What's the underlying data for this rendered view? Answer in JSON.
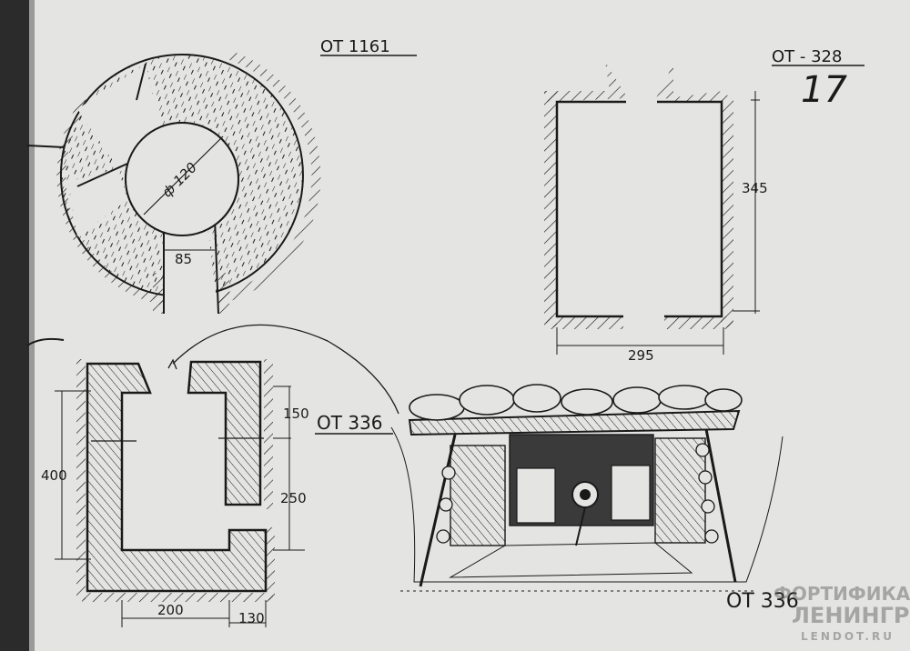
{
  "page_number": "17",
  "drawings": [
    {
      "label": "ОТ 1161",
      "dimensions": {
        "diameter": "ф 120",
        "opening": "85"
      }
    },
    {
      "label": "ОТ - 328",
      "dimensions": {
        "height": "345",
        "width": "295"
      }
    },
    {
      "label": "ОТ 336",
      "dimensions": {
        "height_total": "400",
        "upper": "150",
        "lower": "250",
        "width": "200",
        "wall": "130"
      }
    },
    {
      "label": "ОТ 336",
      "caption": "ОТ 336"
    }
  ],
  "watermark": {
    "line1": "ФОРТИФИКАЦИЯ",
    "line2": "ЛЕНИНГРАДА",
    "site": "LENDOT.RU"
  },
  "colors": {
    "paper": "#e4e4e2",
    "ink": "#1a1a1a",
    "binding": "#2b2b2b"
  }
}
